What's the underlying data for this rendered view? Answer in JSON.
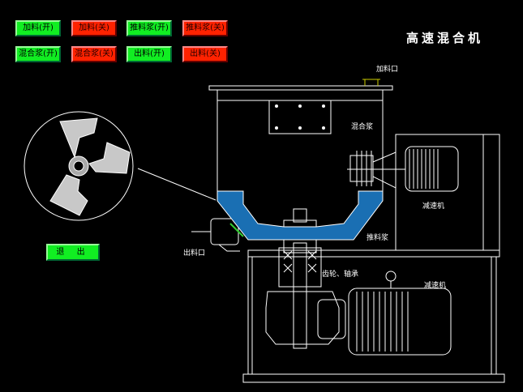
{
  "app": {
    "title": "高速混合机"
  },
  "colors": {
    "on_button": "#11ee22",
    "off_button": "#ff2200",
    "bowl": "#1a6fb3",
    "exit_button": "#11ee22"
  },
  "buttons": [
    {
      "label": "加料(开)",
      "state": "on"
    },
    {
      "label": "加料(关)",
      "state": "off"
    },
    {
      "label": "推料浆(开)",
      "state": "on"
    },
    {
      "label": "推料浆(关)",
      "state": "off"
    },
    {
      "label": "混合浆(开)",
      "state": "on"
    },
    {
      "label": "混合浆(关)",
      "state": "off"
    },
    {
      "label": "出料(开)",
      "state": "on"
    },
    {
      "label": "出料(关)",
      "state": "off"
    }
  ],
  "labels": {
    "feed_inlet": "加料口",
    "mixing_paddle": "混合浆",
    "reducer_top": "减速机",
    "push_paddle": "推料浆",
    "discharge": "出料口",
    "gear_bearing": "齿轮、轴承",
    "reducer_bottom": "减速机"
  },
  "exit_label": "退 出"
}
